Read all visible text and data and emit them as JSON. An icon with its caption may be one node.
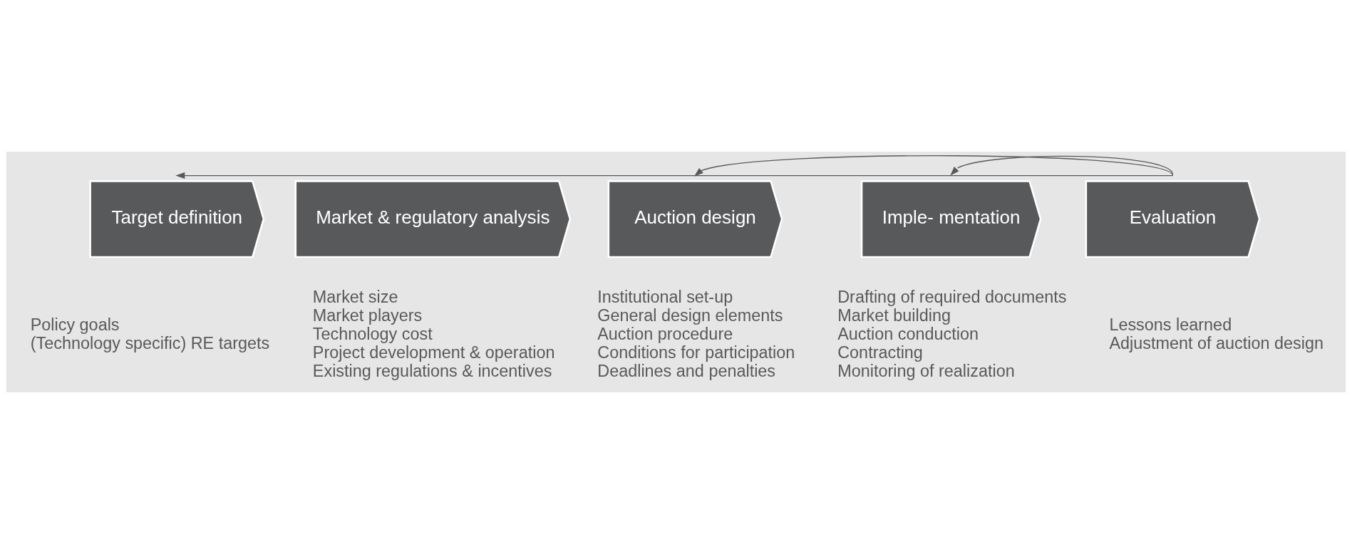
{
  "diagram": {
    "nodes": [
      {
        "text": [
          "Target definition"
        ],
        "beside": [
          "Policy goals",
          "(Technology specific) RE targets"
        ]
      },
      {
        "text": [
          "Market & regulatory analysis"
        ],
        "beside": [
          "Market size",
          "Market players",
          "Technology cost",
          "Project development & operation",
          "Existing regulations & incentives"
        ]
      },
      {
        "text": [
          "Auction design"
        ],
        "beside": [
          "Institutional set-up",
          "General design elements",
          "Auction procedure",
          "Conditions for participation",
          "Deadlines and penalties"
        ]
      },
      {
        "text": [
          "Imple- mentation"
        ],
        "beside": [
          "Drafting of required documents",
          "Market building",
          "Auction conduction",
          "Contracting",
          "Monitoring of realization"
        ]
      },
      {
        "text": [
          "Evaluation"
        ],
        "beside": [
          "Lessons learned",
          "Adjustment of auction design"
        ]
      }
    ],
    "edges": [
      {
        "from": 4,
        "to": 0,
        "arrow": "to"
      },
      {
        "from": 4,
        "to": 2,
        "arrow": "to"
      },
      {
        "from": 4,
        "to": 3,
        "arrow": "to"
      }
    ]
  }
}
